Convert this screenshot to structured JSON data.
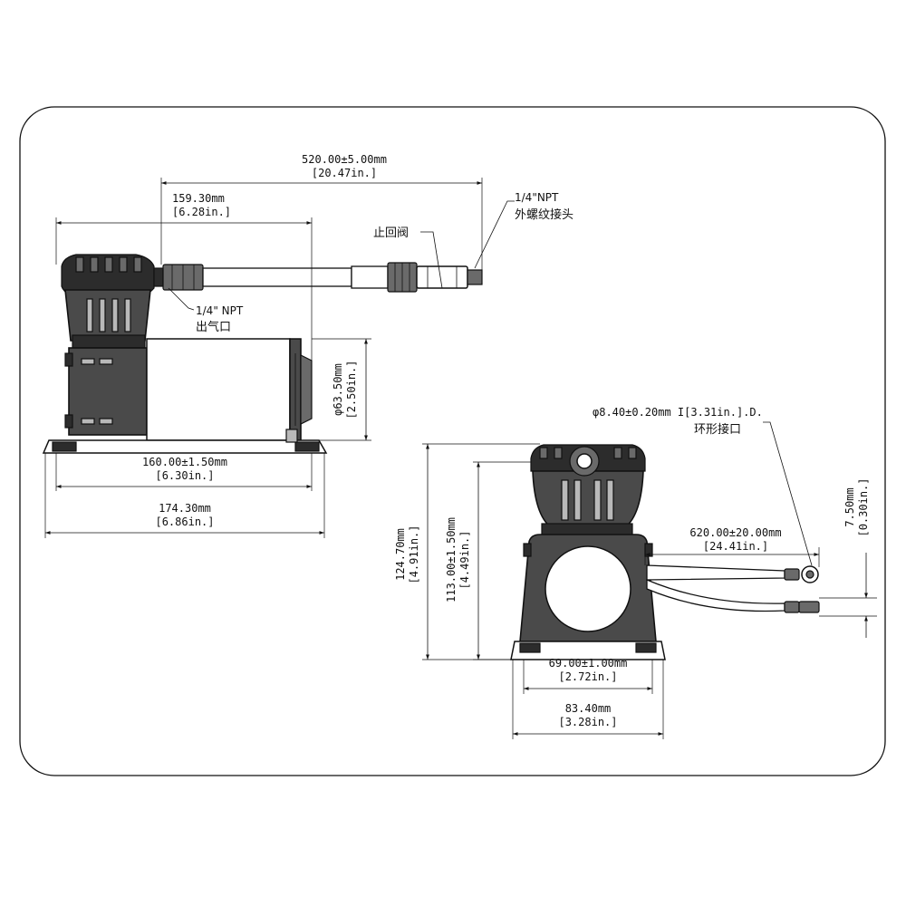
{
  "side_view": {
    "overall_length": {
      "mm": "520.00±5.00mm",
      "in": "[20.47in.]"
    },
    "head_to_outlet": {
      "mm": "159.30mm",
      "in": "[6.28in.]"
    },
    "mount_spacing": {
      "mm": "160.00±1.50mm",
      "in": "[6.30in.]"
    },
    "base_length": {
      "mm": "174.30mm",
      "in": "[6.86in.]"
    },
    "motor_diameter": {
      "mm": "φ63.50mm",
      "in": "[2.50in.]"
    },
    "outlet_label": {
      "thread": "1/4\" NPT",
      "name": "出气口"
    },
    "check_valve_label": "止回阀",
    "male_thread_label": {
      "thread": "1/4\"NPT",
      "name": "外螺纹接头"
    }
  },
  "front_view": {
    "ring_terminal_label": {
      "spec": "φ8.40±0.20mm I[3.31in.].D.",
      "name": "环形接口"
    },
    "overall_height": {
      "mm": "124.70mm",
      "in": "[4.91in.]"
    },
    "body_height": {
      "mm": "113.00±1.50mm",
      "in": "[4.49in.]"
    },
    "wire_length": {
      "mm": "620.00±20.00mm",
      "in": "[24.41in.]"
    },
    "terminal_size": {
      "mm": "7.50mm",
      "in": "[0.30in.]"
    },
    "mount_width": {
      "mm": "69.00±1.00mm",
      "in": "[2.72in.]"
    },
    "base_width": {
      "mm": "83.40mm",
      "in": "[3.28in.]"
    }
  }
}
